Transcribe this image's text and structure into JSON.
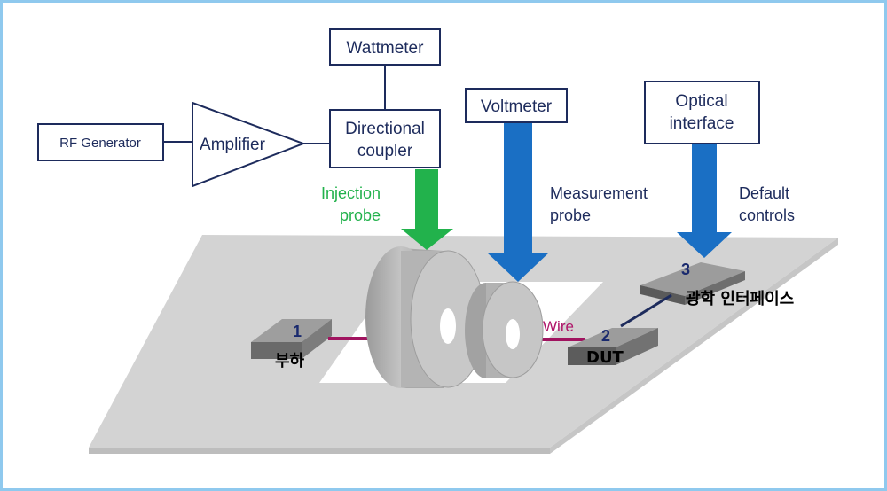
{
  "boxes": {
    "rf_generator": "RF Generator",
    "amplifier": "Amplifier",
    "wattmeter": "Wattmeter",
    "directional_coupler": [
      "Directional",
      "coupler"
    ],
    "voltmeter": "Voltmeter",
    "optical_interface": [
      "Optical",
      "interface"
    ]
  },
  "probe_labels": {
    "injection_probe": [
      "Injection",
      "probe"
    ],
    "measurement_probe": [
      "Measurement",
      "probe"
    ],
    "default_controls": [
      "Default",
      "controls"
    ]
  },
  "wire_label": "Wire",
  "nodes": {
    "load": {
      "number": "1",
      "label": "부하"
    },
    "dut": {
      "number": "2",
      "label": "DUT"
    },
    "optical": {
      "number": "3",
      "label": "광학 인터페이스"
    }
  },
  "colors": {
    "box_border": "#1d2b5c",
    "green_arrow": "#22b24c",
    "blue_arrow": "#1a6fc4",
    "wire": "#a0135f",
    "frame": "#8fc9ee"
  }
}
